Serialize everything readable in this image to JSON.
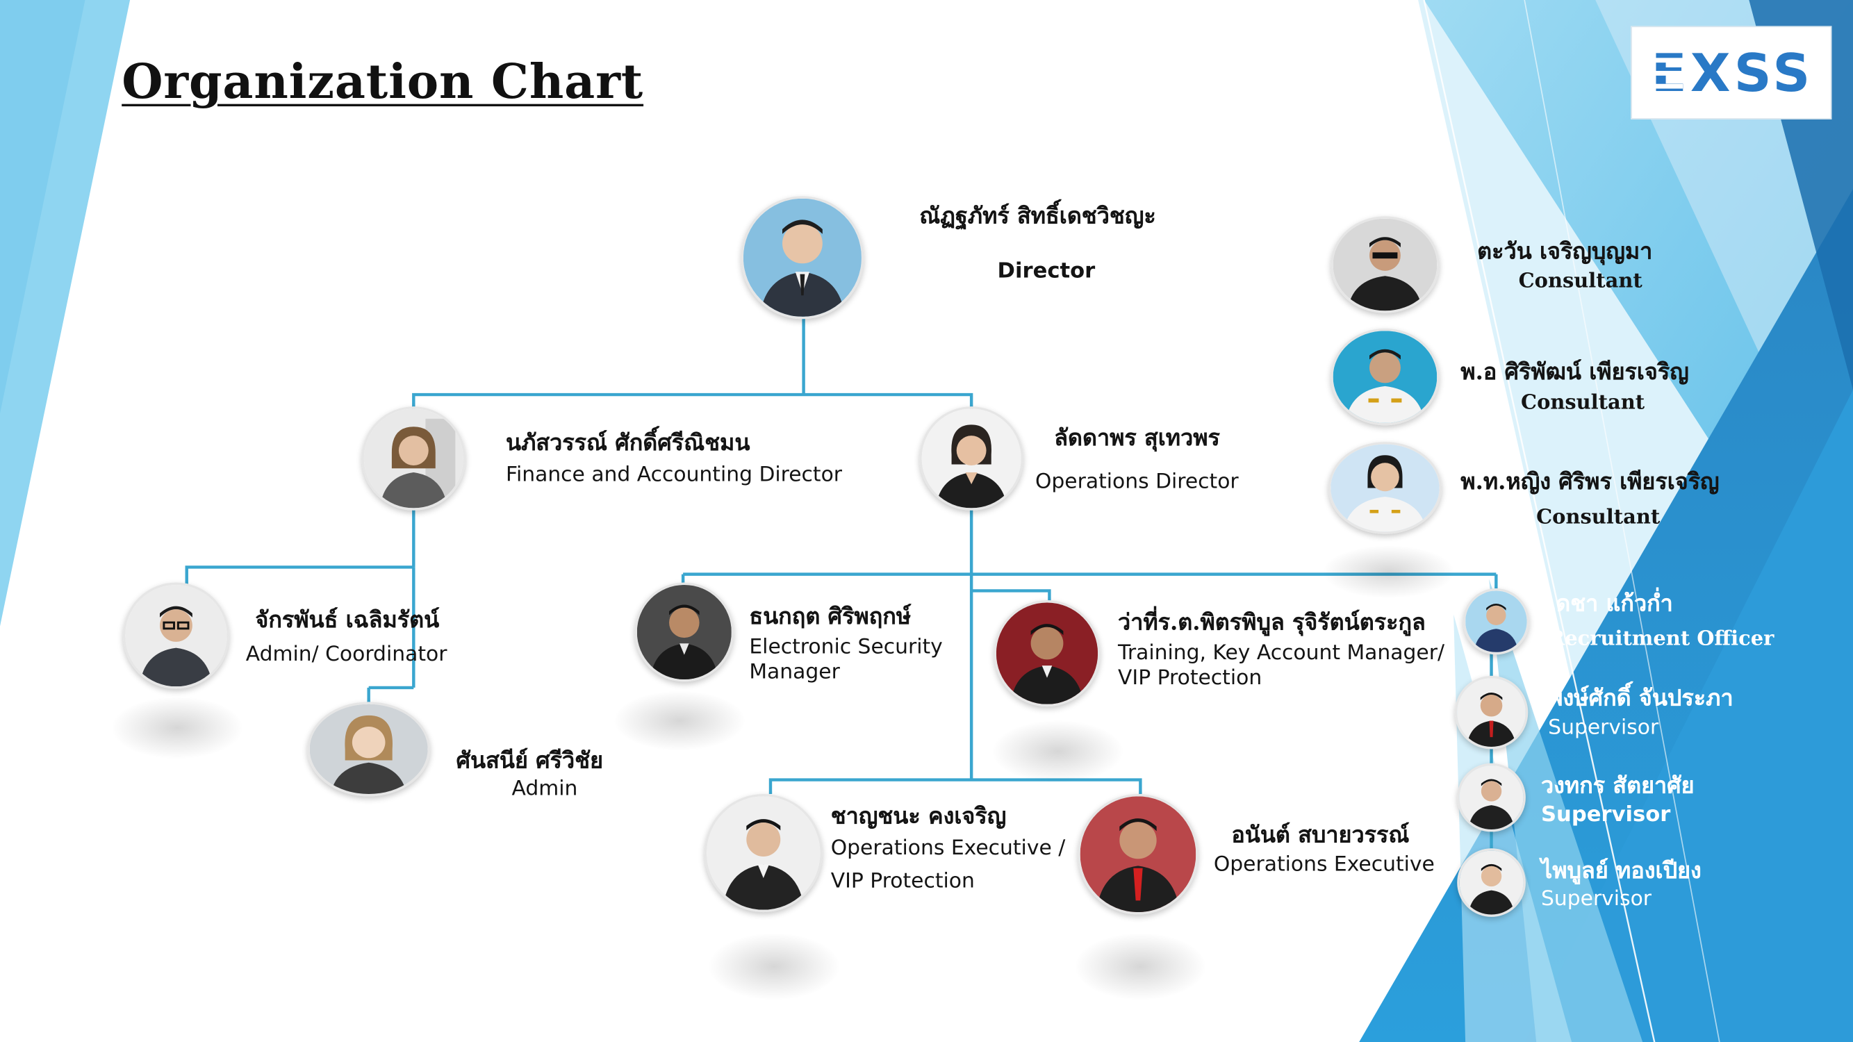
{
  "title": "Organization Chart",
  "logo_text": "EXSS",
  "colors": {
    "line": "#3aa6cf",
    "logo": "#2979c6",
    "accent_light": "#8ed3ef",
    "accent_dark": "#1b6fae"
  },
  "people": {
    "director": {
      "name": "ณัฏฐภัทร์  สิทธิ์เดชวิชญะ",
      "role": "Director"
    },
    "finance": {
      "name": "นภัสวรรณ์ ศักดิ์ศรีณิชมน",
      "role": "Finance and Accounting Director"
    },
    "operations": {
      "name": "ลัดดาพร  สุเทวพร",
      "role": "Operations Director"
    },
    "admin_coord": {
      "name": "จักรพันธ์ เฉลิมรัตน์",
      "role": "Admin/ Coordinator"
    },
    "admin": {
      "name": "ศันสนีย์    ศรีวิชัย",
      "role": "Admin"
    },
    "security": {
      "name": "ธนกฤต  ศิริพฤกษ์",
      "role": "Electronic Security Manager"
    },
    "training": {
      "name": "ว่าที่ร.ต.พิตรพิบูล รุจิรัตน์ตระกูล",
      "role": "Training, Key Account Manager/ VIP Protection"
    },
    "ops_exec_1": {
      "name": "ชาญชนะ คงเจริญ",
      "role": "Operations Executive / VIP Protection"
    },
    "ops_exec_2": {
      "name": "อนันต์   สบายวรรณ์",
      "role": "Operations Executive"
    },
    "recruit": {
      "name": "เดชา   แก้วก่ำ",
      "role": "Recruitment Officer"
    },
    "sup_1": {
      "name": "พงษ์ศักดิ์  จันประภา",
      "role": "Supervisor"
    },
    "sup_2": {
      "name": "วงทกร  สัตยาศัย",
      "role": "Supervisor"
    },
    "sup_3": {
      "name": "ไพบูลย์ ทองเปียง",
      "role": "Supervisor"
    },
    "consult_1": {
      "name": "ตะวัน   เจริญบุญมา",
      "role": "Consultant"
    },
    "consult_2": {
      "name": "พ.อ ศิริพัฒน์  เพียรเจริญ",
      "role": "Consultant"
    },
    "consult_3": {
      "name": "พ.ท.หญิง ศิริพร  เพียรเจริญ",
      "role": "Consultant"
    }
  }
}
